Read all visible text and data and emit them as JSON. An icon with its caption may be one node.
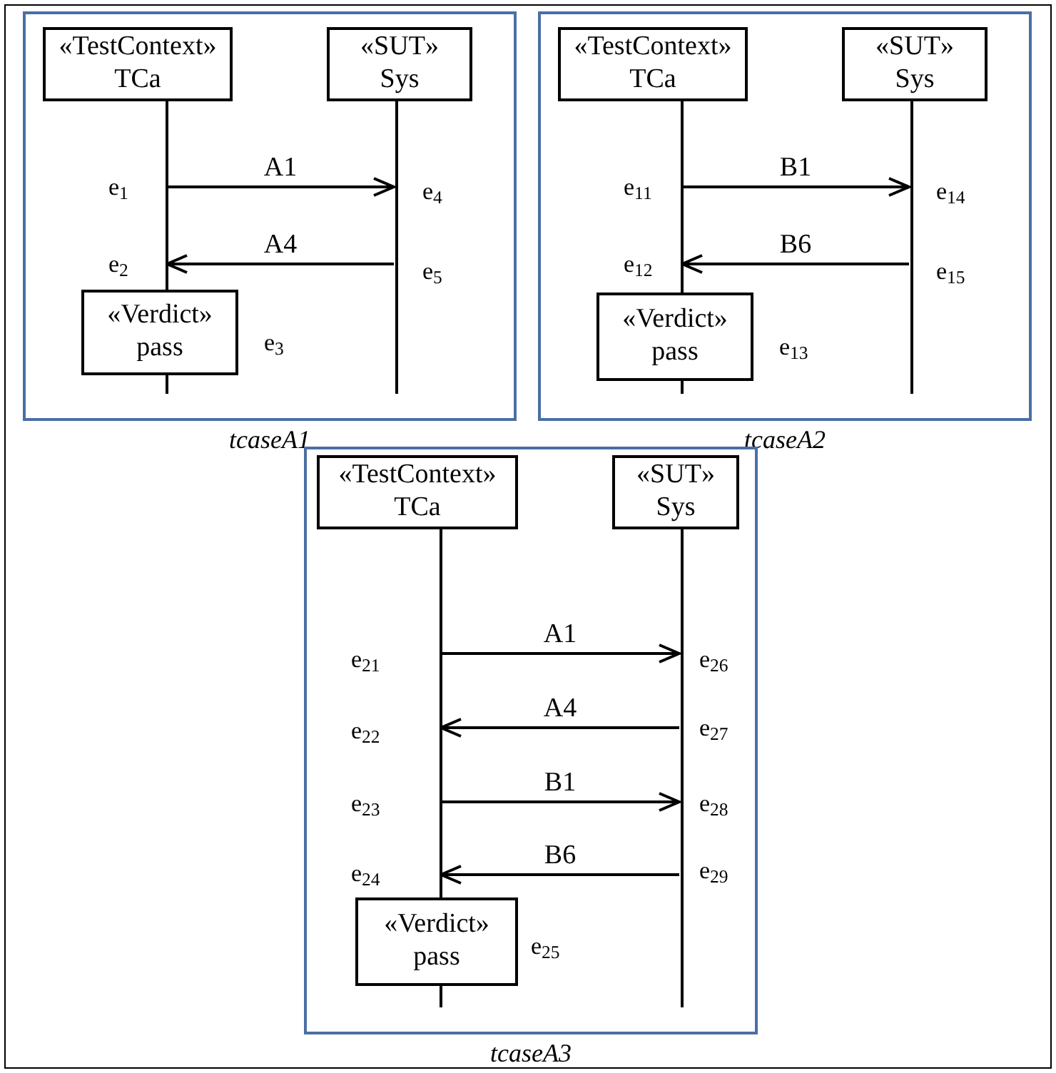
{
  "diagram": {
    "nodes": [
      {
        "text": [],
        "shape": "box"
      },
      {
        "text": [],
        "shape": "box",
        "in": 0,
        "beside": [
          "tcaseA1"
        ]
      },
      {
        "text": [
          "«TestContext»",
          "TCa"
        ],
        "in": 1
      },
      {
        "text": [
          "«SUT»",
          "Sys"
        ],
        "in": 1
      },
      {
        "text": [],
        "shape": "bar",
        "in": 1
      },
      {
        "text": [],
        "shape": "bar",
        "in": 1
      },
      {
        "text": [
          "«Verdict»",
          "pass"
        ],
        "in": 1
      },
      {
        "text": [],
        "shape": "box",
        "in": 0,
        "beside": [
          "tcaseA2"
        ]
      },
      {
        "text": [
          "«TestContext»",
          "TCa"
        ],
        "in": 7
      },
      {
        "text": [
          "«SUT»",
          "Sys"
        ],
        "in": 7
      },
      {
        "text": [],
        "shape": "bar",
        "in": 7
      },
      {
        "text": [],
        "shape": "bar",
        "in": 7
      },
      {
        "text": [
          "«Verdict»",
          "pass"
        ],
        "in": 7
      },
      {
        "text": [],
        "shape": "box",
        "in": 0,
        "beside": [
          "tcaseA3"
        ]
      },
      {
        "text": [
          "«TestContext»",
          "TCa"
        ],
        "in": 13
      },
      {
        "text": [
          "«SUT»",
          "Sys"
        ],
        "in": 13
      },
      {
        "text": [],
        "shape": "bar",
        "in": 13
      },
      {
        "text": [],
        "shape": "bar",
        "in": 13
      },
      {
        "text": [
          "«Verdict»",
          "pass"
        ],
        "in": 13
      }
    ],
    "edges": [
      {
        "from": 4,
        "to": 5,
        "arrow": "to",
        "label": "A1"
      },
      {
        "from": 5,
        "to": 4,
        "arrow": "to",
        "label": "A4"
      },
      {
        "from": 10,
        "to": 11,
        "arrow": "to",
        "label": "B1"
      },
      {
        "from": 11,
        "to": 10,
        "arrow": "to",
        "label": "B6"
      },
      {
        "from": 16,
        "to": 17,
        "arrow": "to",
        "label": "A1"
      },
      {
        "from": 17,
        "to": 16,
        "arrow": "to",
        "label": "A4"
      },
      {
        "from": 16,
        "to": 17,
        "arrow": "to",
        "label": "B1"
      },
      {
        "from": 17,
        "to": 16,
        "arrow": "to",
        "label": "B6"
      }
    ],
    "labels": [
      "e$_{1}$",
      "e$_{4}$",
      "e$_{2}$",
      "e$_{5}$",
      "e$_{3}$",
      "e$_{11}$",
      "e$_{14}$",
      "e$_{12}$",
      "e$_{15}$",
      "e$_{13}$",
      "e$_{21}$",
      "e$_{26}$",
      "e$_{22}$",
      "e$_{27}$",
      "e$_{23}$",
      "e$_{28}$",
      "e$_{24}$",
      "e$_{29}$",
      "e$_{25}$"
    ]
  }
}
